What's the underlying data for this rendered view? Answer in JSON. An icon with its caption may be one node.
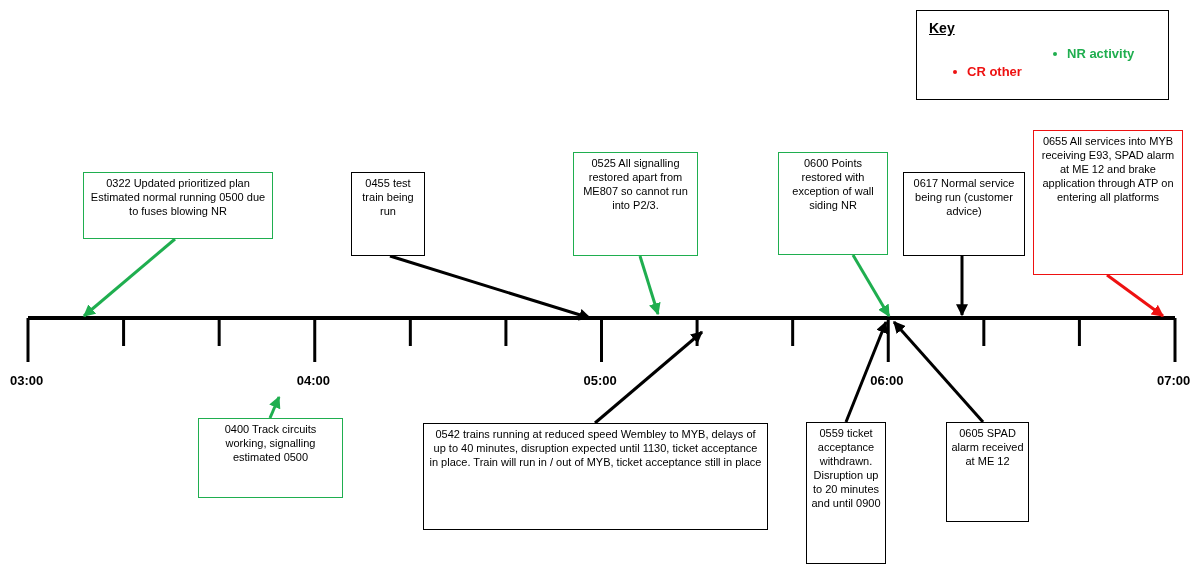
{
  "diagram": {
    "nodes": [
      {
        "text": [
          "0322 Updated prioritized plan Estimated normal running 0500 due to fuses blowing NR"
        ]
      },
      {
        "text": [
          "0400 Track circuits working, signalling estimated 0500"
        ]
      },
      {
        "text": [
          "0455 test train being run"
        ]
      },
      {
        "text": [
          "0525 All signalling restored apart from ME807 so cannot run into P2/3."
        ]
      },
      {
        "text": [
          "0542 trains running at reduced speed Wembley to MYB, delays of up to 40 minutes, disruption expected until 1130, ticket acceptance in place. Train will run in / out of MYB, ticket acceptance still in place"
        ]
      },
      {
        "text": [
          "0559 ticket acceptance withdrawn. Disruption up to 20 minutes and until 0900"
        ]
      },
      {
        "text": [
          "0600 Points restored with exception of wall siding NR"
        ]
      },
      {
        "text": [
          "0605 SPAD alarm received at ME 12"
        ]
      },
      {
        "text": [
          "0617 Normal service being run (customer advice)"
        ]
      },
      {
        "text": [
          "0655 All services into MYB receiving E93, SPAD alarm at ME 12 and brake application through ATP on entering all platforms"
        ]
      }
    ],
    "edges": [
      {
        "from": 0,
        "to": null,
        "arrow": "to",
        "color": "#1fae4f"
      },
      {
        "from": 1,
        "to": null,
        "arrow": "to",
        "color": "#1fae4f"
      },
      {
        "from": 2,
        "to": null,
        "arrow": "to"
      },
      {
        "from": 3,
        "to": null,
        "arrow": "to",
        "color": "#1fae4f"
      },
      {
        "from": 4,
        "to": null,
        "arrow": "to"
      },
      {
        "from": 5,
        "to": null,
        "arrow": "to"
      },
      {
        "from": 6,
        "to": null,
        "arrow": "to",
        "color": "#1fae4f"
      },
      {
        "from": 7,
        "to": null,
        "arrow": "to"
      },
      {
        "from": 8,
        "to": null,
        "arrow": "to"
      },
      {
        "from": 9,
        "to": null,
        "arrow": "to",
        "color": "#ee1111"
      }
    ],
    "labels": [
      "Key",
      "03:00",
      "04:00",
      "05:00",
      "06:00",
      "07:00"
    ],
    "legend": [
      {
        "text": "CR other",
        "color": "#ee1111"
      },
      {
        "text": "NR activity",
        "color": "#1fae4f"
      }
    ]
  }
}
